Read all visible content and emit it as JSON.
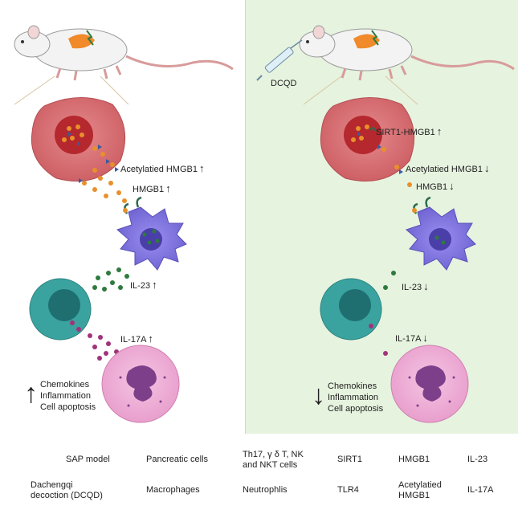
{
  "left": {
    "acetylated_label": "Acetylatied HMGB1",
    "acetylated_arrow": "↑",
    "hmgb1_label": "HMGB1",
    "hmgb1_arrow": "↑",
    "il23_label": "IL-23",
    "il23_arrow": "↑",
    "il17a_label": "IL-17A",
    "il17a_arrow": "↑",
    "effects_arrow": "↑",
    "effects": [
      "Chemokines",
      "Inflammation",
      "Cell apoptosis"
    ]
  },
  "right": {
    "drug_label": "DCQD",
    "sirt1_label": "SIRT1-HMGB1",
    "sirt1_arrow": "↑",
    "acetylated_label": "Acetylatied HMGB1",
    "acetylated_arrow": "↓",
    "hmgb1_label": "HMGB1",
    "hmgb1_arrow": "↓",
    "il23_label": "IL-23",
    "il23_arrow": "↓",
    "il17a_label": "IL-17A",
    "il17a_arrow": "↓",
    "effects_arrow": "↓",
    "effects": [
      "Chemokines",
      "Inflammation",
      "Cell apoptosis"
    ]
  },
  "legend": {
    "sap_model": "SAP model",
    "pancreatic": "Pancreatic cells",
    "th17_line1": "Th17, γ δ T, NK",
    "th17_line2": "and NKT cells",
    "sirt1": "SIRT1",
    "hmgb1": "HMGB1",
    "il23": "IL-23",
    "dcqd_line1": "Dachengqi",
    "dcqd_line2": "decoction (DCQD)",
    "macrophages": "Macrophages",
    "neutrophils": "Neutrophlis",
    "tlr4": "TLR4",
    "acetylated_line1": "Acetylatied",
    "acetylated_line2": "HMGB1",
    "il17a": "IL-17A"
  },
  "colors": {
    "right_panel_bg": "#e6f3df",
    "pancreatic_cell": "#d66a6e",
    "macrophage": "#7b6fd6",
    "t_cell": "#3aa3a0",
    "neutrophil": "#ea9fcd",
    "hmgb1_dot": "#e8902c",
    "il23_dot": "#2f7a3e",
    "il17a_dot": "#a0337a",
    "receptor": "#2e6b4e"
  }
}
